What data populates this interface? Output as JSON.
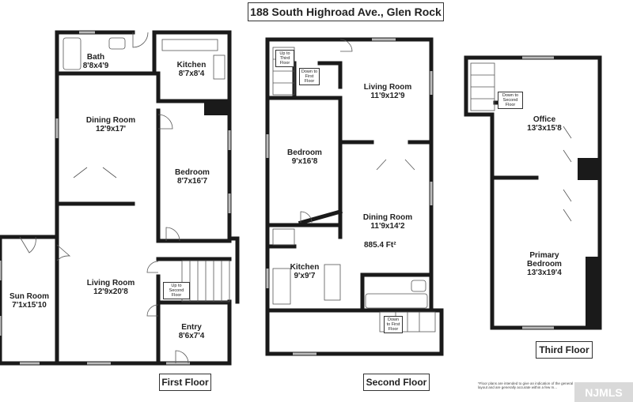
{
  "title": "188 South Highroad Ave., Glen Rock",
  "floors": {
    "first": {
      "label": "First Floor",
      "rooms": [
        {
          "name": "Bath",
          "dim": "8'8x4'9"
        },
        {
          "name": "Kitchen",
          "dim": "8'7x8'4"
        },
        {
          "name": "Dining Room",
          "dim": "12'9x17'"
        },
        {
          "name": "Bedroom",
          "dim": "8'7x16'7"
        },
        {
          "name": "Living Room",
          "dim": "12'9x20'8"
        },
        {
          "name": "Sun Room",
          "dim": "7'1x15'10"
        },
        {
          "name": "Entry",
          "dim": "8'6x7'4"
        }
      ],
      "stairs": [
        {
          "text": "Up to Second Floor"
        }
      ]
    },
    "second": {
      "label": "Second Floor",
      "rooms": [
        {
          "name": "Living Room",
          "dim": "11'9x12'9"
        },
        {
          "name": "Bedroom",
          "dim": "9'x16'8"
        },
        {
          "name": "Dining Room",
          "dim": "11'9x14'2"
        },
        {
          "name": "Kitchen",
          "dim": "9'x9'7"
        }
      ],
      "stairs": [
        {
          "text": "Up to Third Floor"
        },
        {
          "text": "Down to First Floor"
        },
        {
          "text": "Down to First Floor"
        }
      ],
      "area": "885.4 Ft²"
    },
    "third": {
      "label": "Third Floor",
      "rooms": [
        {
          "name": "Office",
          "dim": "13'3x15'8"
        },
        {
          "name": "Primary Bedroom",
          "dim": "13'3x19'4"
        }
      ],
      "stairs": [
        {
          "text": "Down to Second Floor"
        }
      ]
    }
  },
  "disclaimer": "*Floor plans are intended to give an indication of the general layout and are generally accurate within a few m...",
  "logo": "NJMLS"
}
